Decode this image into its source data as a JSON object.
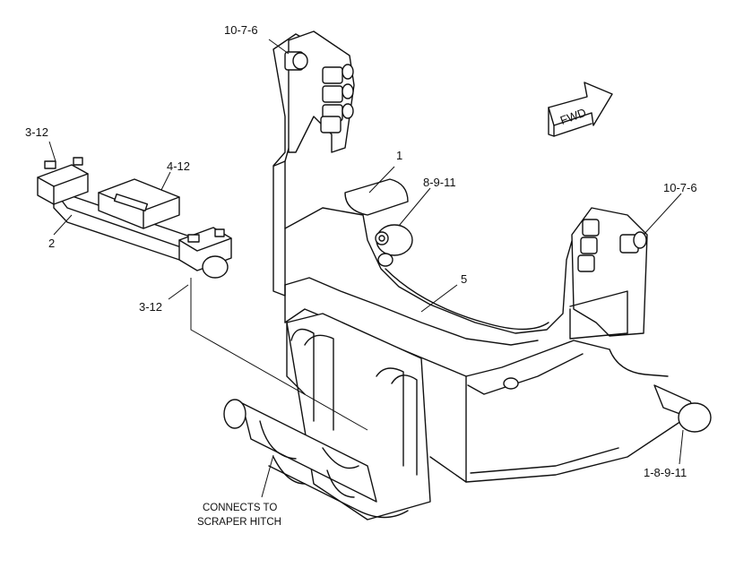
{
  "callouts": {
    "c_3_12_top": "3-12",
    "c_4_12": "4-12",
    "c_2": "2",
    "c_3_12_bottom": "3-12",
    "c_10_7_6_left": "10-7-6",
    "c_1": "1",
    "c_8_9_11": "8-9-11",
    "c_5": "5",
    "c_10_7_6_right": "10-7-6",
    "c_1_8_9_11": "1-8-9-11"
  },
  "direction_label": "FWD",
  "note": {
    "line1": "CONNECTS TO",
    "line2": "SCRAPER HITCH"
  }
}
